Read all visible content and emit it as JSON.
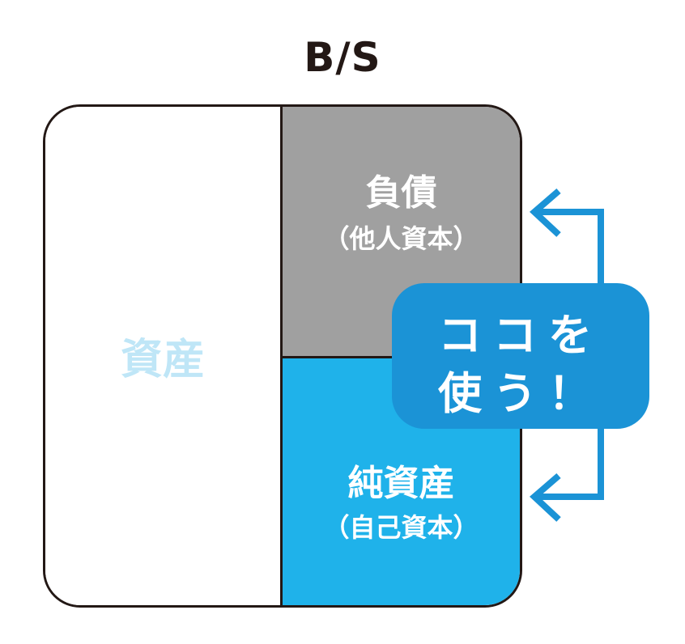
{
  "title": "B/S",
  "assets": {
    "label": "資産"
  },
  "liabilities": {
    "label": "負債",
    "sub": "（他人資本）"
  },
  "equity": {
    "label": "純資産",
    "sub": "（自己資本）"
  },
  "callout": {
    "line1": "ココを",
    "line2": "使う！"
  },
  "colors": {
    "liability": "#a0a0a0",
    "equity": "#1fb2ea",
    "callout": "#1b93d6",
    "arrow": "#1b93d6",
    "asset_text": "#bfe6f7"
  }
}
